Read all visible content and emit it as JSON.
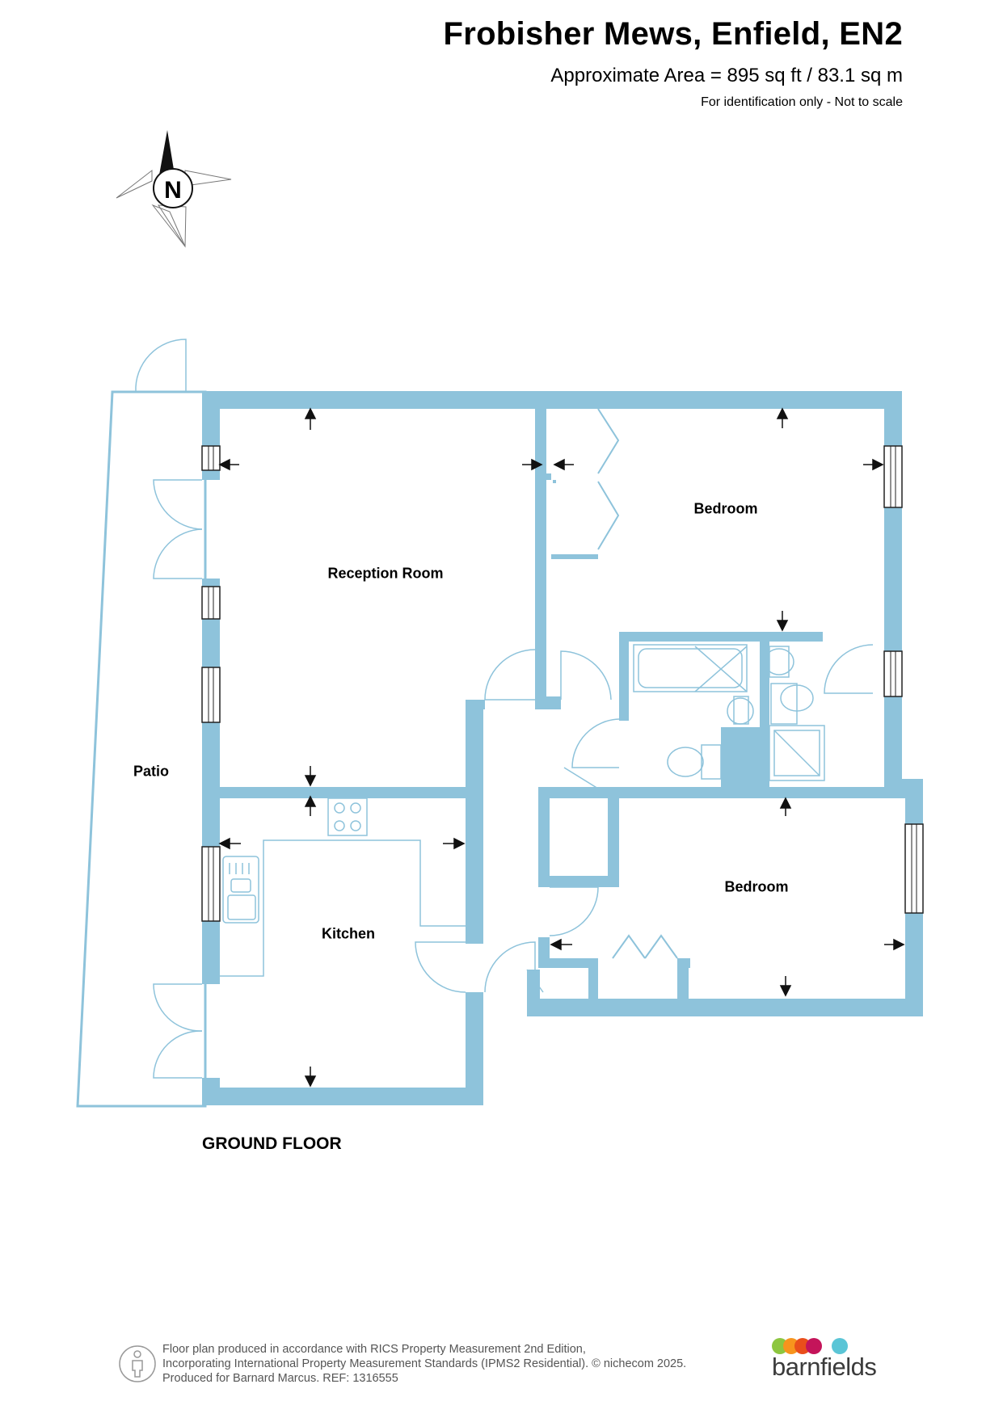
{
  "header": {
    "title": "Frobisher Mews, Enfield, EN2",
    "area": "Approximate Area = 895 sq ft / 83.1 sq m",
    "note": "For identification only - Not to scale"
  },
  "compass": {
    "letter": "N"
  },
  "rooms": {
    "reception": "Reception Room",
    "bedroom1": "Bedroom",
    "bedroom2": "Bedroom",
    "kitchen": "Kitchen",
    "patio": "Patio"
  },
  "floor_label": "GROUND FLOOR",
  "footer": {
    "line1": "Floor plan produced in accordance with RICS Property Measurement 2nd Edition,",
    "line2": "Incorporating International Property Measurement Standards (IPMS2 Residential).   © nichecom 2025.",
    "line3": "Produced for Barnard Marcus.   REF:  1316555"
  },
  "brand": {
    "name": "barnfields",
    "colors": [
      "#8dc63f",
      "#f7941d",
      "#e94e1b",
      "#c4145a",
      "#5bc5d6"
    ]
  },
  "colors": {
    "wall": "#8ec3db",
    "fixture": "#8ec3db"
  }
}
